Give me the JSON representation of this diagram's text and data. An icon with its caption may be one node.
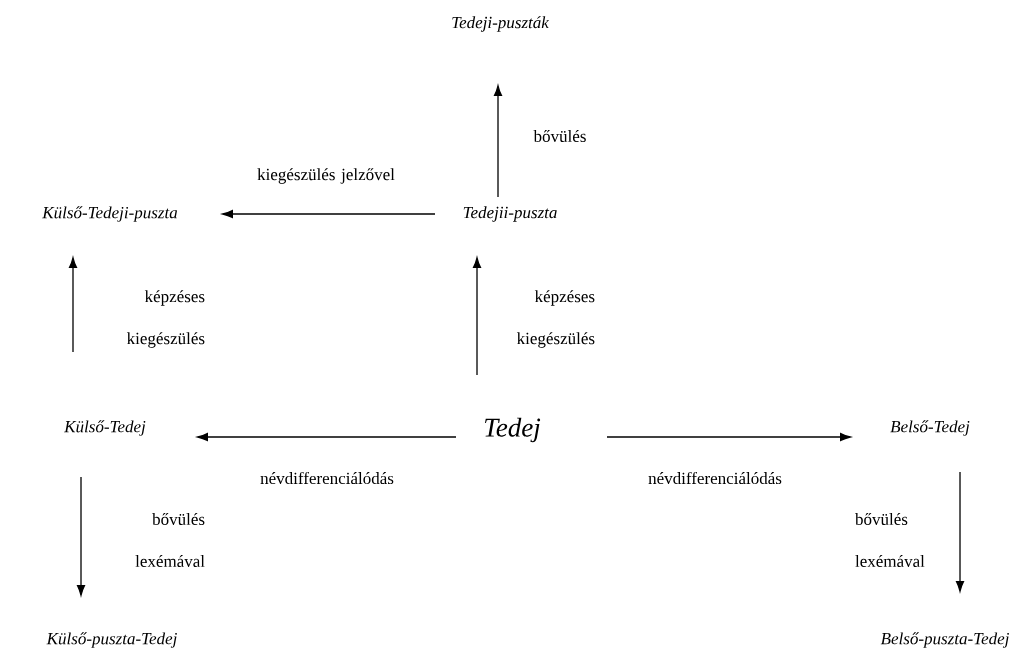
{
  "diagram": {
    "nodes": [
      {
        "text": [
          "Tedeji-puszták"
        ]
      },
      {
        "text": [
          "Külső-Tedeji-puszta"
        ]
      },
      {
        "text": [
          "Tedejii-puszta"
        ]
      },
      {
        "text": [
          "Külső-Tedej"
        ]
      },
      {
        "text": [
          "Tedej"
        ]
      },
      {
        "text": [
          "Belső-Tedej"
        ]
      },
      {
        "text": [
          "Külső-puszta-Tedej"
        ]
      },
      {
        "text": [
          "Belső-puszta-Tedej"
        ]
      }
    ],
    "edges": [
      {
        "from": 2,
        "to": 0,
        "arrow": "to",
        "label": "bővülés"
      },
      {
        "from": 2,
        "to": 1,
        "arrow": "to",
        "label": "kiegészülés jelzővel"
      },
      {
        "from": 3,
        "to": 1,
        "arrow": "to",
        "label": "képzéses kiegészülés"
      },
      {
        "from": 4,
        "to": 2,
        "arrow": "to",
        "label": "képzéses kiegészülés"
      },
      {
        "from": 4,
        "to": 3,
        "arrow": "to",
        "label": "névdifferenciálódás"
      },
      {
        "from": 4,
        "to": 5,
        "arrow": "to",
        "label": "névdifferenciálódás"
      },
      {
        "from": 3,
        "to": 6,
        "arrow": "to",
        "label": "bővülés lexémával"
      },
      {
        "from": 5,
        "to": 7,
        "arrow": "to",
        "label": "bővülés lexémával"
      }
    ]
  }
}
